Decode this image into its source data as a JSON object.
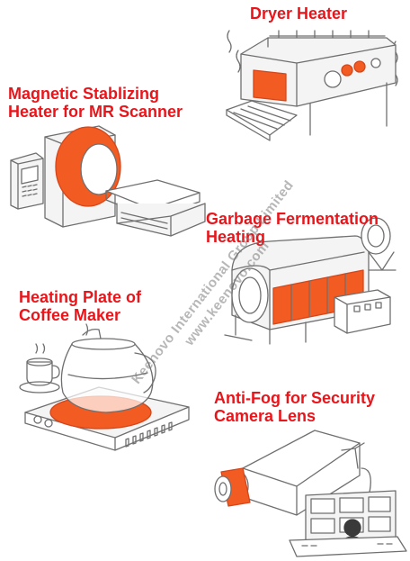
{
  "colors": {
    "label_red": "#e8151b",
    "heater_orange": "#f25c22",
    "line_gray": "#6f6f6f",
    "fill_light": "#f4f4f4"
  },
  "applications": [
    {
      "title_lines": [
        "Dryer Heater"
      ]
    },
    {
      "title_lines": [
        "Magnetic Stablizing",
        "Heater for MR Scanner"
      ]
    },
    {
      "title_lines": [
        "Garbage Fermentation",
        "Heating"
      ]
    },
    {
      "title_lines": [
        "Heating Plate of",
        "Coffee Maker"
      ]
    },
    {
      "title_lines": [
        "Anti-Fog for Security",
        "Camera Lens"
      ]
    }
  ],
  "watermark": {
    "line1": "Keenovo International Group Limited",
    "line2": "www.keenovo.com"
  }
}
